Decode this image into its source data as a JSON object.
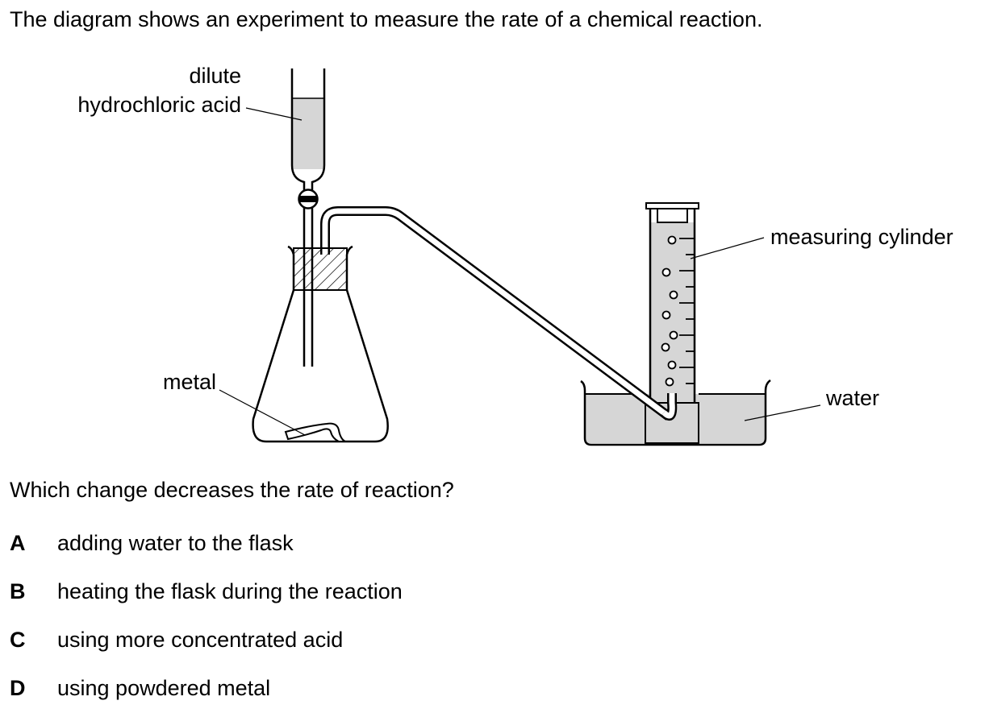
{
  "intro": "The diagram shows an experiment to measure the rate of a chemical reaction.",
  "diagram": {
    "labels": {
      "acid_line1": "dilute",
      "acid_line2": "hydrochloric acid",
      "metal": "metal",
      "cylinder": "measuring cylinder",
      "water": "water"
    },
    "colors": {
      "liquid": "#d6d6d6",
      "outline": "#000000"
    }
  },
  "question": "Which change decreases the rate of reaction?",
  "options": [
    {
      "letter": "A",
      "text": "adding water to the flask"
    },
    {
      "letter": "B",
      "text": "heating the flask during the reaction"
    },
    {
      "letter": "C",
      "text": "using more concentrated acid"
    },
    {
      "letter": "D",
      "text": "using powdered metal"
    }
  ]
}
